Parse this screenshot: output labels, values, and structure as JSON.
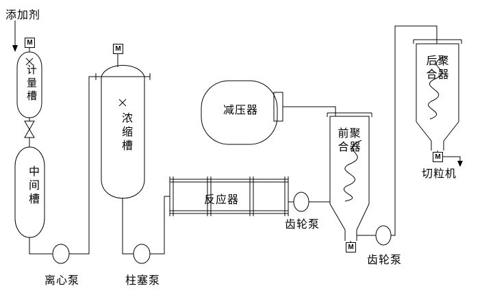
{
  "diagram": {
    "background": "#ffffff",
    "line_color": "#000000",
    "additive": {
      "label": "添加剂"
    },
    "motor_symbol": "M",
    "metering_tank": {
      "label": "计量槽"
    },
    "intermediate_tank": {
      "label": "中间槽"
    },
    "concentration_tank": {
      "label": "浓缩槽"
    },
    "reactor": {
      "label": "反应器"
    },
    "pressure_reducer": {
      "label": "减压器"
    },
    "pre_polymerizer": {
      "label": "前聚合器"
    },
    "post_polymerizer": {
      "label": "后聚合器"
    },
    "centrifugal_pump": {
      "label": "离心泵"
    },
    "plunger_pump": {
      "label": "柱塞泵"
    },
    "gear_pump_reactor": {
      "label": "齿轮泵"
    },
    "gear_pump_prepoly": {
      "label": "齿轮泵"
    },
    "pelletizer": {
      "label": "切粒机"
    }
  }
}
